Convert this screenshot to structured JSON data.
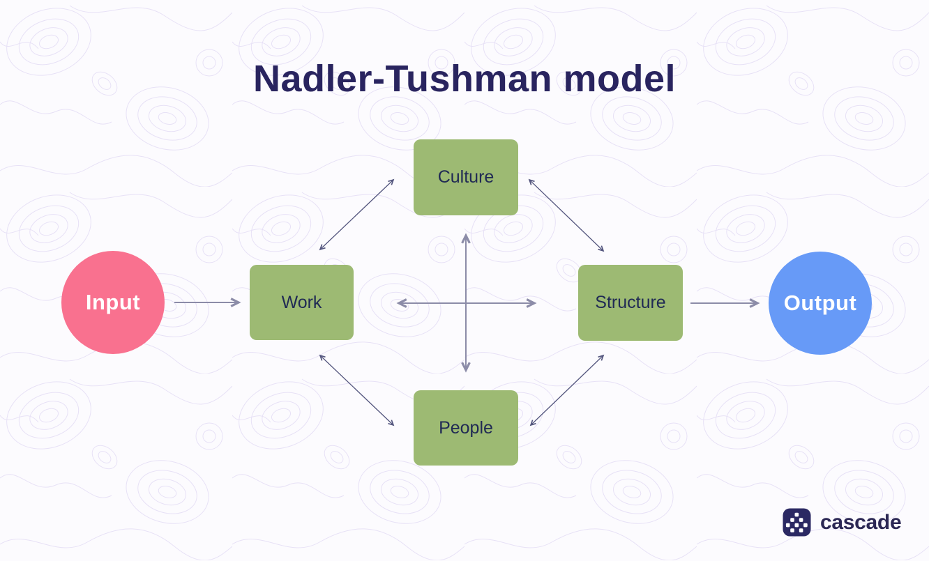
{
  "title": "Nadler-Tushman model",
  "diagram": {
    "input": {
      "label": "Input",
      "shape": "circle",
      "color": "#F9718F",
      "text_color": "#FFFFFF"
    },
    "output": {
      "label": "Output",
      "shape": "circle",
      "color": "#679AF7",
      "text_color": "#FFFFFF"
    },
    "boxes": [
      {
        "id": "culture",
        "label": "Culture",
        "position": "top"
      },
      {
        "id": "work",
        "label": "Work",
        "position": "left"
      },
      {
        "id": "structure",
        "label": "Structure",
        "position": "right"
      },
      {
        "id": "people",
        "label": "People",
        "position": "bottom"
      }
    ],
    "box_color": "#9DBA73",
    "box_text_color": "#202A54",
    "connectors": [
      {
        "from": "input",
        "to": "work",
        "type": "single-arrow"
      },
      {
        "from": "structure",
        "to": "output",
        "type": "single-arrow"
      },
      {
        "from": "work",
        "to": "structure",
        "type": "double-arrow"
      },
      {
        "from": "culture",
        "to": "people",
        "type": "double-arrow"
      },
      {
        "from": "work",
        "to": "culture",
        "type": "double-arrow"
      },
      {
        "from": "culture",
        "to": "structure",
        "type": "double-arrow"
      },
      {
        "from": "work",
        "to": "people",
        "type": "double-arrow"
      },
      {
        "from": "people",
        "to": "structure",
        "type": "double-arrow"
      }
    ]
  },
  "branding": {
    "icon": "cascade-dots-icon",
    "wordmark": "cascade",
    "color": "#2B2754"
  },
  "colors": {
    "background": "#FCFBFE",
    "contour_lines": "#E7E1F6",
    "title_text": "#29245F",
    "arrow_gray": "#8C8CA8",
    "arrow_navy": "#54567E"
  }
}
